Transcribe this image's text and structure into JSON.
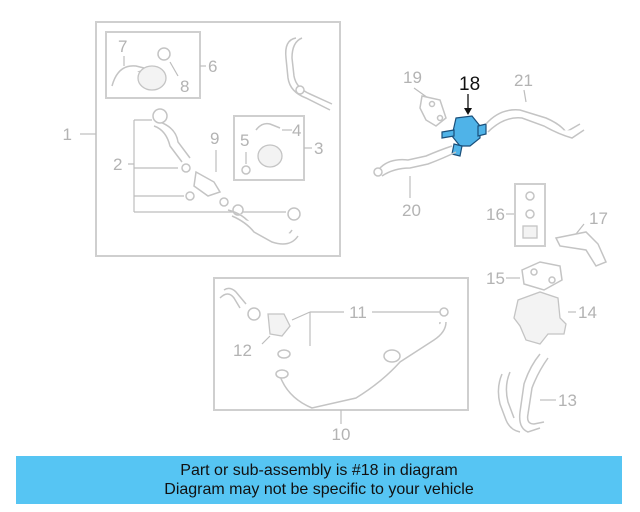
{
  "callouts": {
    "c1": "1",
    "c2": "2",
    "c3": "3",
    "c4": "4",
    "c5": "5",
    "c6": "6",
    "c7": "7",
    "c8": "8",
    "c9": "9",
    "c10": "10",
    "c11": "11",
    "c12": "12",
    "c13": "13",
    "c14": "14",
    "c15": "15",
    "c16": "16",
    "c17": "17",
    "c18": "18",
    "c19": "19",
    "c20": "20",
    "c21": "21"
  },
  "highlight": {
    "part_number": "18",
    "color": "#4fb3e8"
  },
  "banner": {
    "line1": "Part or sub-assembly is #18 in diagram",
    "line2": "Diagram may not be specific to your vehicle",
    "background": "#56c5f3"
  }
}
